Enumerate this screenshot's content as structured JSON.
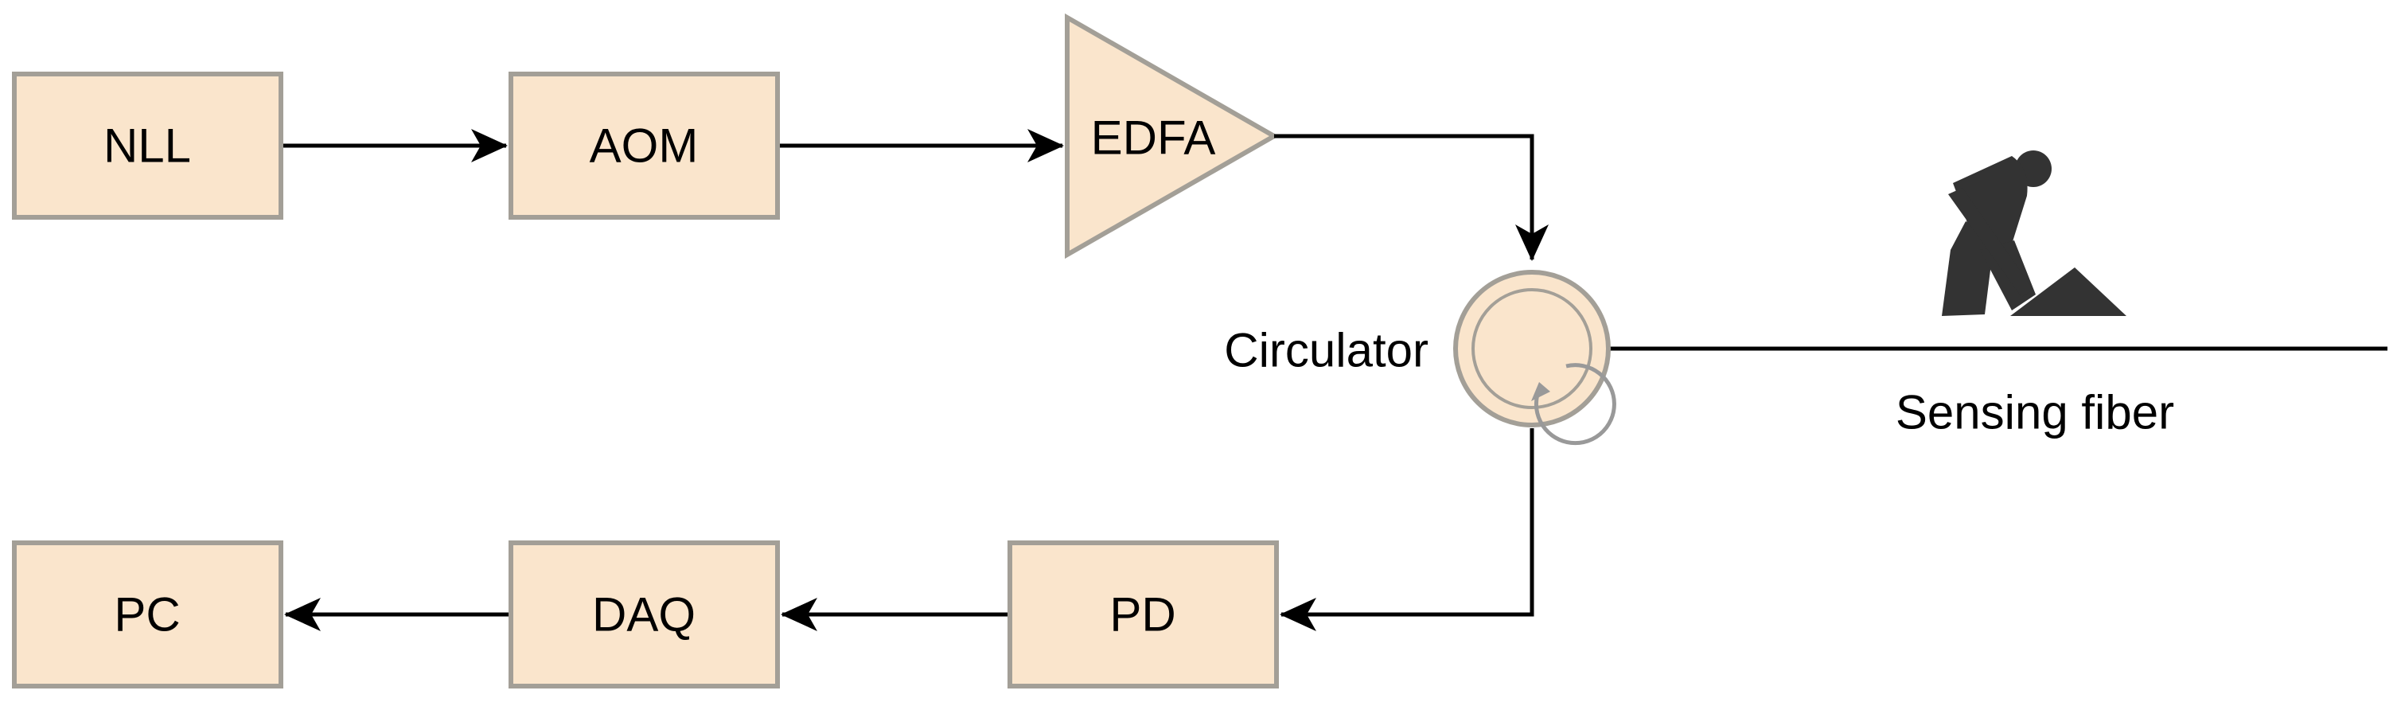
{
  "blocks": {
    "nll": "NLL",
    "aom": "AOM",
    "edfa": "EDFA",
    "pd": "PD",
    "daq": "DAQ",
    "pc": "PC"
  },
  "labels": {
    "circulator": "Circulator",
    "sensing_fiber": "Sensing fiber"
  },
  "icons": {
    "worker": "construction-worker-digging-icon",
    "circulator": "circulator-icon"
  },
  "colors": {
    "block_fill": "#fae5cc",
    "block_stroke": "#a39f97",
    "line": "#000000",
    "worker": "#333333"
  }
}
